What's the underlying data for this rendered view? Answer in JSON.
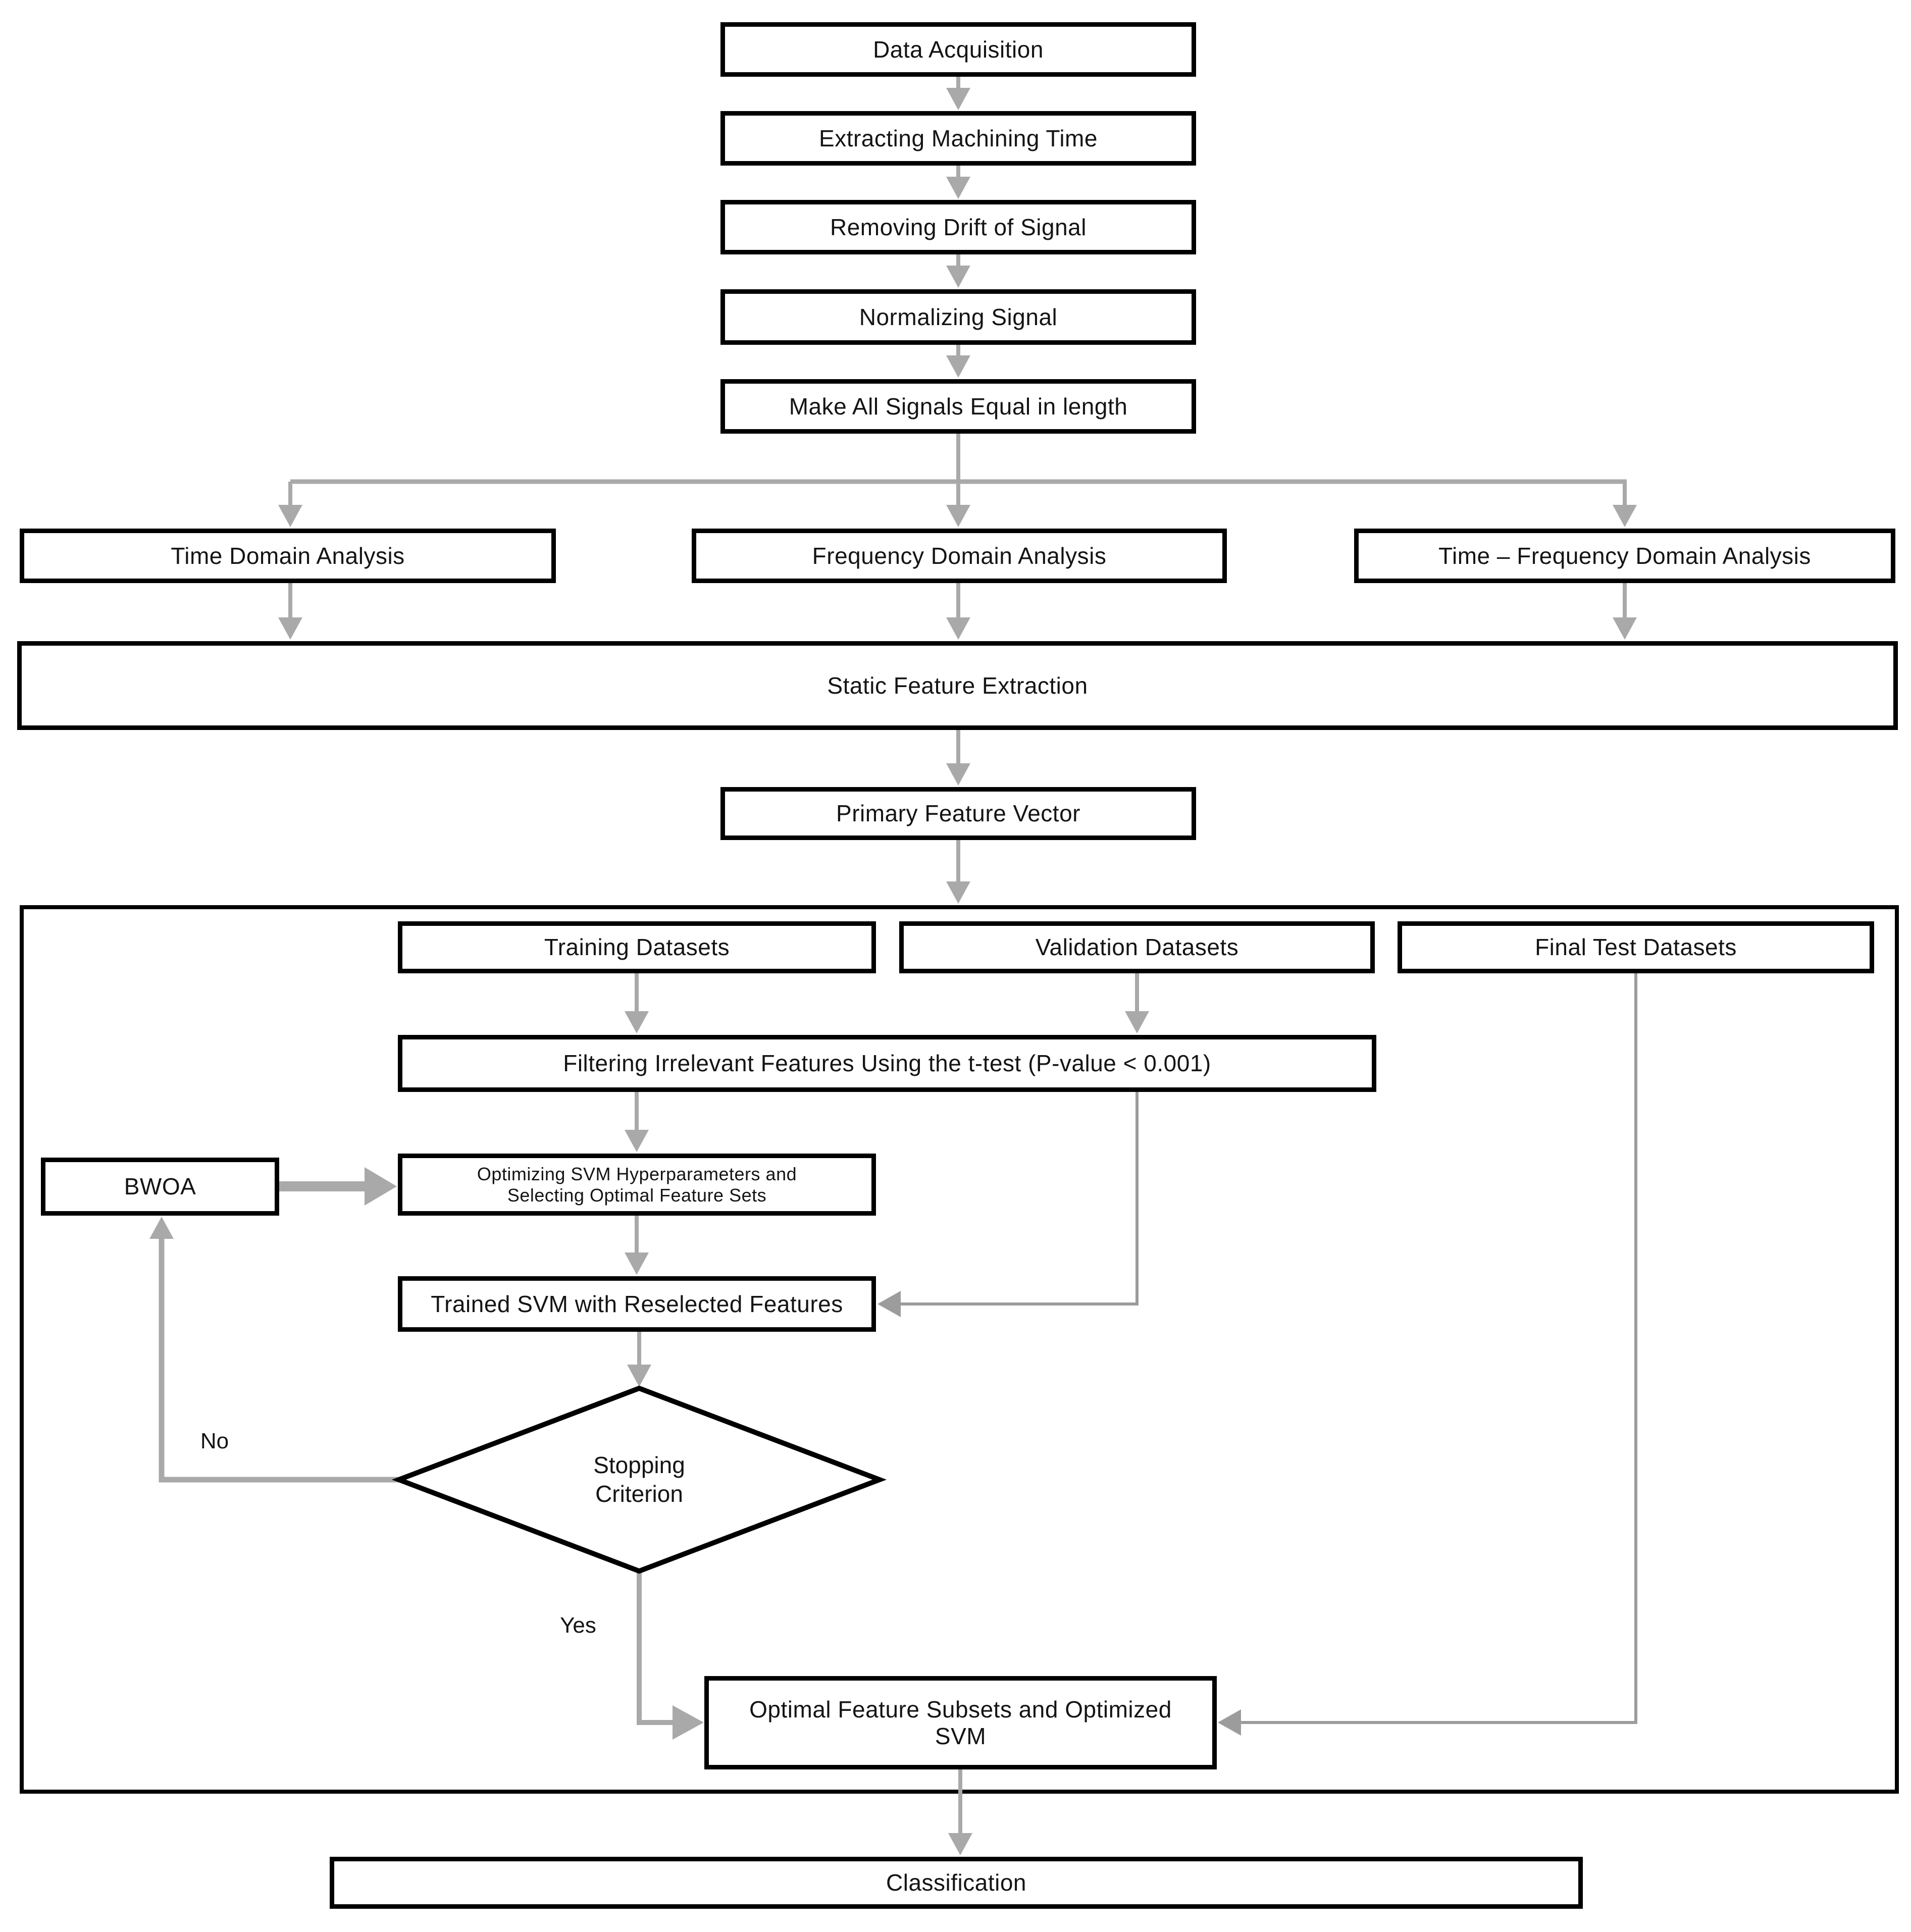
{
  "diagram": {
    "nodes": {
      "data_acquisition": "Data Acquisition",
      "extracting_time": "Extracting Machining Time",
      "removing_drift": "Removing Drift of Signal",
      "normalizing": "Normalizing Signal",
      "make_equal": "Make All Signals Equal in length",
      "time_domain": "Time Domain Analysis",
      "freq_domain": "Frequency Domain Analysis",
      "time_freq_domain": "Time – Frequency Domain Analysis",
      "static_extraction": "Static Feature Extraction",
      "primary_vector": "Primary Feature Vector",
      "training": "Training Datasets",
      "validation": "Validation Datasets",
      "final_test": "Final Test Datasets",
      "filtering": "Filtering Irrelevant Features Using the t-test (P-value < 0.001)",
      "bwoa": "BWOA",
      "optimizing_line1": "Optimizing SVM Hyperparameters and",
      "optimizing_line2": "Selecting Optimal Feature Sets",
      "trained_svm": "Trained SVM with Reselected Features",
      "stopping_line1": "Stopping",
      "stopping_line2": "Criterion",
      "optimal_line1": "Optimal Feature Subsets and Optimized",
      "optimal_line2": "SVM",
      "classification": "Classification"
    },
    "branch_labels": {
      "no": "No",
      "yes": "Yes"
    },
    "colors": {
      "box_border": "#000000",
      "box_fill": "#ffffff",
      "arrow_gray": "#a9a9a9",
      "thin_line_gray": "#9c9c9c",
      "text": "#141414"
    }
  }
}
